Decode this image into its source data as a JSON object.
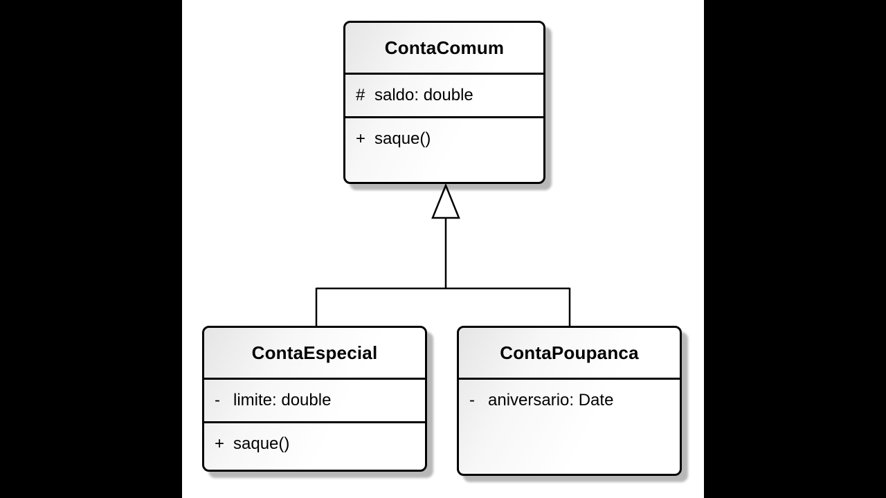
{
  "diagram": {
    "type": "uml-class-diagram",
    "classes": [
      {
        "name": "ContaComum",
        "attributes": [
          {
            "visibility": "#",
            "text": "saldo: double"
          }
        ],
        "operations": [
          {
            "visibility": "+",
            "text": "saque()"
          }
        ]
      },
      {
        "name": "ContaEspecial",
        "attributes": [
          {
            "visibility": "-",
            "text": "limite: double"
          }
        ],
        "operations": [
          {
            "visibility": "+",
            "text": "saque()"
          }
        ]
      },
      {
        "name": "ContaPoupanca",
        "attributes": [
          {
            "visibility": "-",
            "text": "aniversario: Date"
          }
        ],
        "operations": []
      }
    ],
    "relationships": [
      {
        "type": "generalization",
        "from": "ContaEspecial",
        "to": "ContaComum"
      },
      {
        "type": "generalization",
        "from": "ContaPoupanca",
        "to": "ContaComum"
      }
    ]
  },
  "colors": {
    "letterbox": "#000000",
    "canvas_background": "#ffffff",
    "box_border": "#000000",
    "box_gradient_start": "#e5e5e5",
    "box_gradient_end": "#ffffff",
    "shadow": "#b5b5b5",
    "line": "#000000",
    "text": "#000000"
  }
}
